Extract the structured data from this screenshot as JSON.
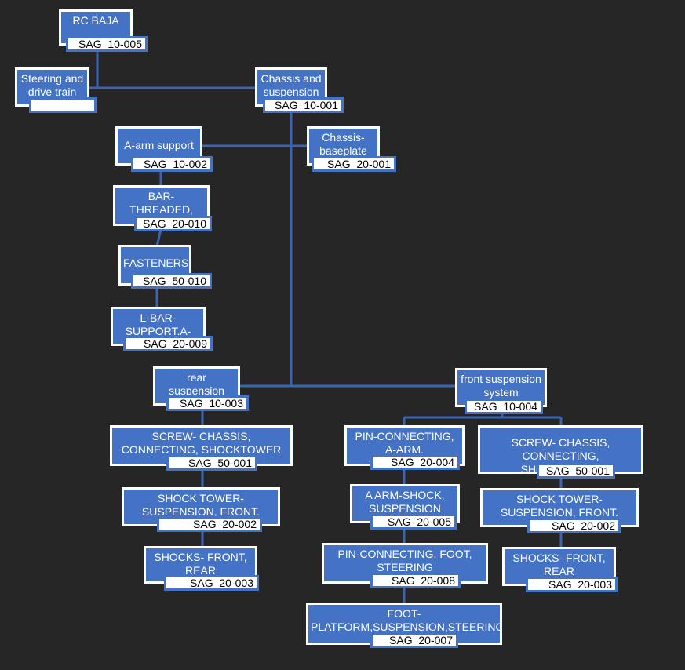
{
  "colors": {
    "background": "#262626",
    "box_fill": "#4472c4",
    "box_border": "#ffffff",
    "connector": "#3c64b4",
    "code_fill": "#ffffff"
  },
  "nodes": {
    "rc_baja": {
      "title": "RC BAJA",
      "code": "SAG_10-005"
    },
    "steering_drive_train": {
      "title": "Steering and drive train",
      "code": ""
    },
    "chassis_suspension": {
      "title": "Chassis and suspension",
      "code": "SAG_10-001"
    },
    "a_arm_support": {
      "title": "A-arm support",
      "code": "SAG_10-002"
    },
    "chassis_baseplate": {
      "title": "Chassis-baseplate",
      "code": "SAG_20-001"
    },
    "bar_threaded_support": {
      "title": "BAR-THREADED, SUPPORT",
      "code": "SAG_20-010"
    },
    "fasteners": {
      "title": "FASTENERS",
      "code": "SAG_50-010"
    },
    "l_bar_support": {
      "title": "L-BAR-SUPPORT.A-ARM",
      "code": "SAG_20-009"
    },
    "rear_suspension": {
      "title": "rear suspension system",
      "code": "SAG_10-003"
    },
    "front_suspension": {
      "title": "front suspension system",
      "code": "SAG_10-004"
    },
    "screw_rear": {
      "title": "SCREW- CHASSIS, CONNECTING, SHOCKTOWER",
      "code": "SAG_50-001"
    },
    "shock_tower_rear": {
      "title": "SHOCK TOWER-SUSPENSION, FRONT. REAR",
      "code": "SAG_20-002"
    },
    "shocks_rear": {
      "title": "SHOCKS- FRONT, REAR",
      "code": "SAG_20-003"
    },
    "pin_a_arm": {
      "title": "PIN-CONNECTING, A-ARM. SUSPENSION",
      "code": "SAG_20-004"
    },
    "a_arm_shock": {
      "title": "A ARM-SHOCK, SUSPENSION",
      "code": "SAG_20-005"
    },
    "pin_foot": {
      "title": "PIN-CONNECTING, FOOT, STEERING",
      "code": "SAG_20-008"
    },
    "foot_platform": {
      "title": "FOOT-PLATFORM,SUSPENSION,STEERING",
      "code": "SAG_20-007"
    },
    "screw_front": {
      "title": "SCREW- CHASSIS, CONNECTING, SHOCKTOWER",
      "code": "SAG_50-001"
    },
    "shock_tower_front": {
      "title": "SHOCK TOWER-SUSPENSION, FRONT. REAR",
      "code": "SAG_20-002"
    },
    "shocks_front": {
      "title": "SHOCKS- FRONT, REAR",
      "code": "SAG_20-003"
    }
  }
}
